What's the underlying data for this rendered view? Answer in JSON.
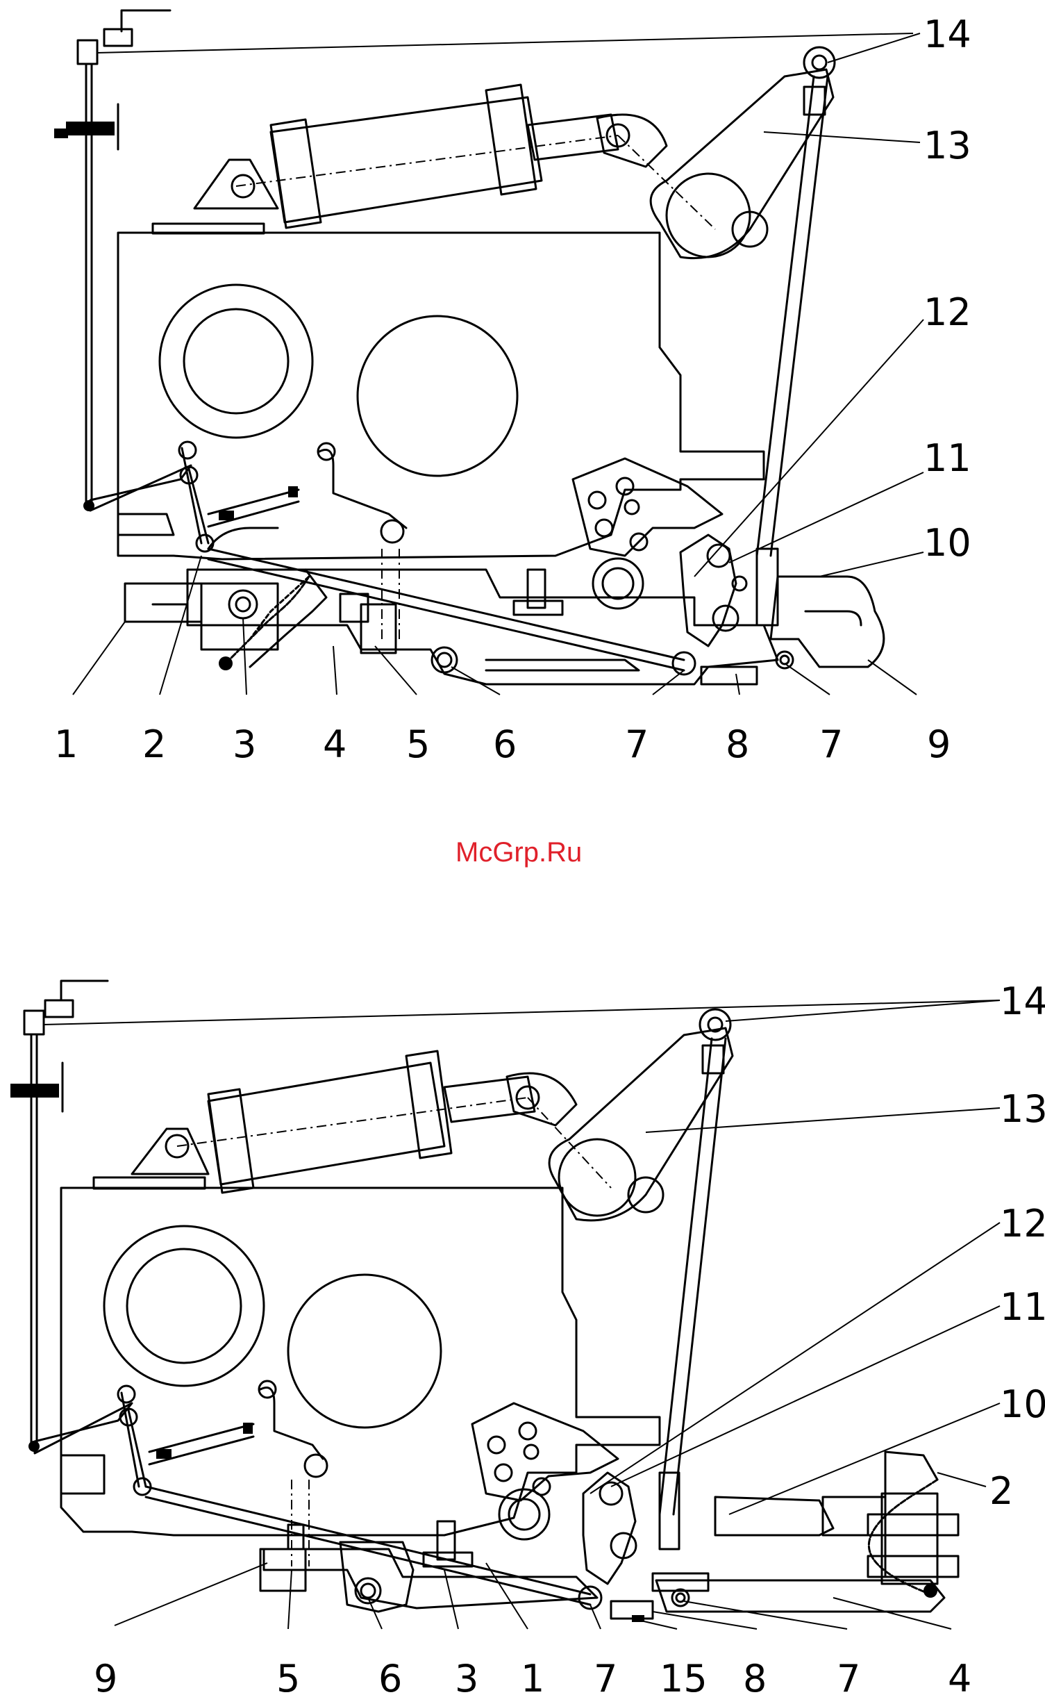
{
  "watermark": "McGrp.Ru",
  "colors": {
    "line": "#000000",
    "watermark": "#e0202a",
    "background": "#ffffff"
  },
  "top_view": {
    "labels": [
      "14",
      "13",
      "12",
      "11",
      "10",
      "1",
      "2",
      "3",
      "4",
      "5",
      "6",
      "7",
      "8",
      "7",
      "9"
    ]
  },
  "bottom_view": {
    "labels": [
      "14",
      "13",
      "12",
      "11",
      "10",
      "2",
      "9",
      "5",
      "6",
      "3",
      "1",
      "7",
      "15",
      "8",
      "7",
      "4"
    ]
  }
}
